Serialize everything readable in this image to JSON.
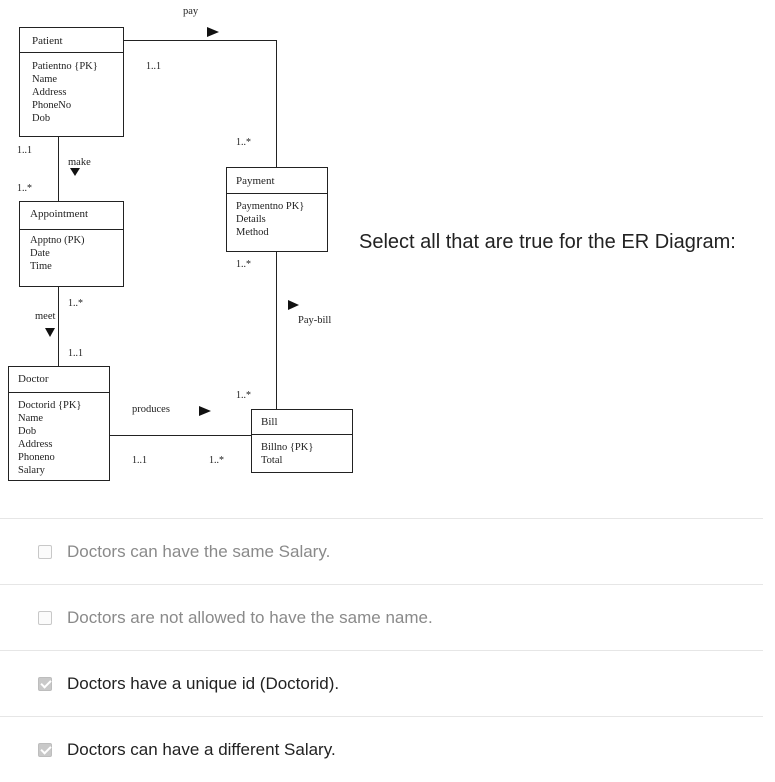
{
  "diagram": {
    "entities": {
      "patient": {
        "title": "Patient",
        "attrs": [
          "Patientno {PK}",
          "Name",
          "Address",
          "PhoneNo",
          "Dob"
        ]
      },
      "payment": {
        "title": "Payment",
        "attrs": [
          "Paymentno  PK}",
          "Details",
          "Method"
        ]
      },
      "appointment": {
        "title": "Appointment",
        "attrs": [
          "Apptno (PK)",
          "Date",
          "Time"
        ]
      },
      "doctor": {
        "title": "Doctor",
        "attrs": [
          "Doctorid {PK}",
          "Name",
          "Dob",
          "Address",
          "Phoneno",
          "Salary"
        ]
      },
      "bill": {
        "title": "Bill",
        "attrs": [
          "Billno {PK}",
          "Total"
        ]
      }
    },
    "relationships": {
      "pay": "pay",
      "make": "make",
      "meet": "meet",
      "pay_bill": "Pay-bill",
      "produces": "produces"
    },
    "multiplicities": {
      "pay_patient": "1..1",
      "pay_payment": "1..*",
      "make_patient": "1..1",
      "make_appointment": "1..*",
      "meet_appointment": "1..*",
      "meet_doctor": "1..1",
      "paybill_payment": "1..*",
      "paybill_bill": "1..*",
      "produces_doctor": "1..1",
      "produces_bill": "1..*"
    }
  },
  "question": "Select all that are true for the ER Diagram:",
  "options": [
    {
      "label": "Doctors can have the same Salary.",
      "checked": false
    },
    {
      "label": "Doctors are not allowed to have the same name.",
      "checked": false
    },
    {
      "label": "Doctors have a unique id (Doctorid).",
      "checked": true
    },
    {
      "label": "Doctors can have a different Salary.",
      "checked": true
    }
  ]
}
